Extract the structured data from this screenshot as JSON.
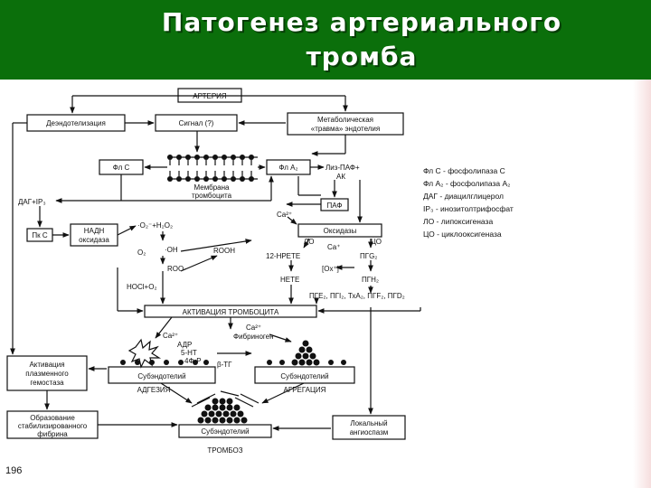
{
  "title": {
    "line1": "Патогенез артериального",
    "line2": "тромба"
  },
  "page_number": "196",
  "colors": {
    "title_bar": "#0b6f0b",
    "title_text": "#ffffff",
    "line": "#111111",
    "page_bg": "#ffffff"
  },
  "nodes": {
    "arteria": "АРТЕРИЯ",
    "deendo": "Деэндотелизация",
    "signal": "Сигнал (?)",
    "metab_1": "Метаболическая",
    "metab_2": "«травма» эндотелия",
    "fl_c": "Фл С",
    "fl_a2": "Фл А₂",
    "membrane_1": "Мембрана",
    "membrane_2": "тромбоцита",
    "liz_1": "Лиз-ПАФ+",
    "liz_2": "АК",
    "dag_ip3": "ДАГ+IP₃",
    "paf": "ПАФ",
    "ca": "Ca²⁺",
    "oxidase": "Оксидазы",
    "lo": "ЛО",
    "co": "ЦО",
    "pkc": "Пк С",
    "nadn_1": "НАДН",
    "nadn_2": "оксидаза",
    "o2_h2o2": "·O₂⁻+H₂O₂",
    "o2": "O₂",
    "oh": "·OH",
    "rooh": "ROOH",
    "hpete": "12-HPETE",
    "ca2": "Ca⁺",
    "pgg2": "ПГG₂",
    "roo": "ROO·",
    "ox": "[Ox⁺]",
    "noci": "НОСl+O₂",
    "hete": "НЕТЕ",
    "pgh2": "ПГН₂",
    "prostanoids": "ПГЕ₂, ПГI₂, ТхА₂, ПГF₂, ПГD₂",
    "activation": "АКТИВАЦИЯ ТРОМБОЦИТА",
    "ca_fib_1": "Ca²⁺",
    "ca_fib_2": "Фибриноген",
    "sec_ca": "Ca²⁺",
    "adp": "АДР",
    "ht5": "5-НТ",
    "pf4": "4Ф-Р",
    "btg": "β-ТГ",
    "plasma_1": "Активация",
    "plasma_2": "плазменного",
    "plasma_3": "гемостаза",
    "sub1": "Субэндотелий",
    "sub2": "Субэндотелий",
    "adhesion": "АДГЕЗИЯ",
    "aggregation": "АГРЕГАЦИЯ",
    "fibrin_1": "Образование",
    "fibrin_2": "стабилизированного",
    "fibrin_3": "фибрина",
    "sub3": "Субэндотелий",
    "thrombosis": "ТРОМБОЗ",
    "spasm_1": "Локальный",
    "spasm_2": "ангиоспазм"
  },
  "legend": [
    "Фл С - фосфолипаза С",
    "Фл А₂ - фосфолипаза А₂",
    "ДАГ - диацилглицерол",
    "IP₃ - инозитолтрифосфат",
    "ЛО - липоксигеназа",
    "ЦО - циклооксигеназа"
  ]
}
